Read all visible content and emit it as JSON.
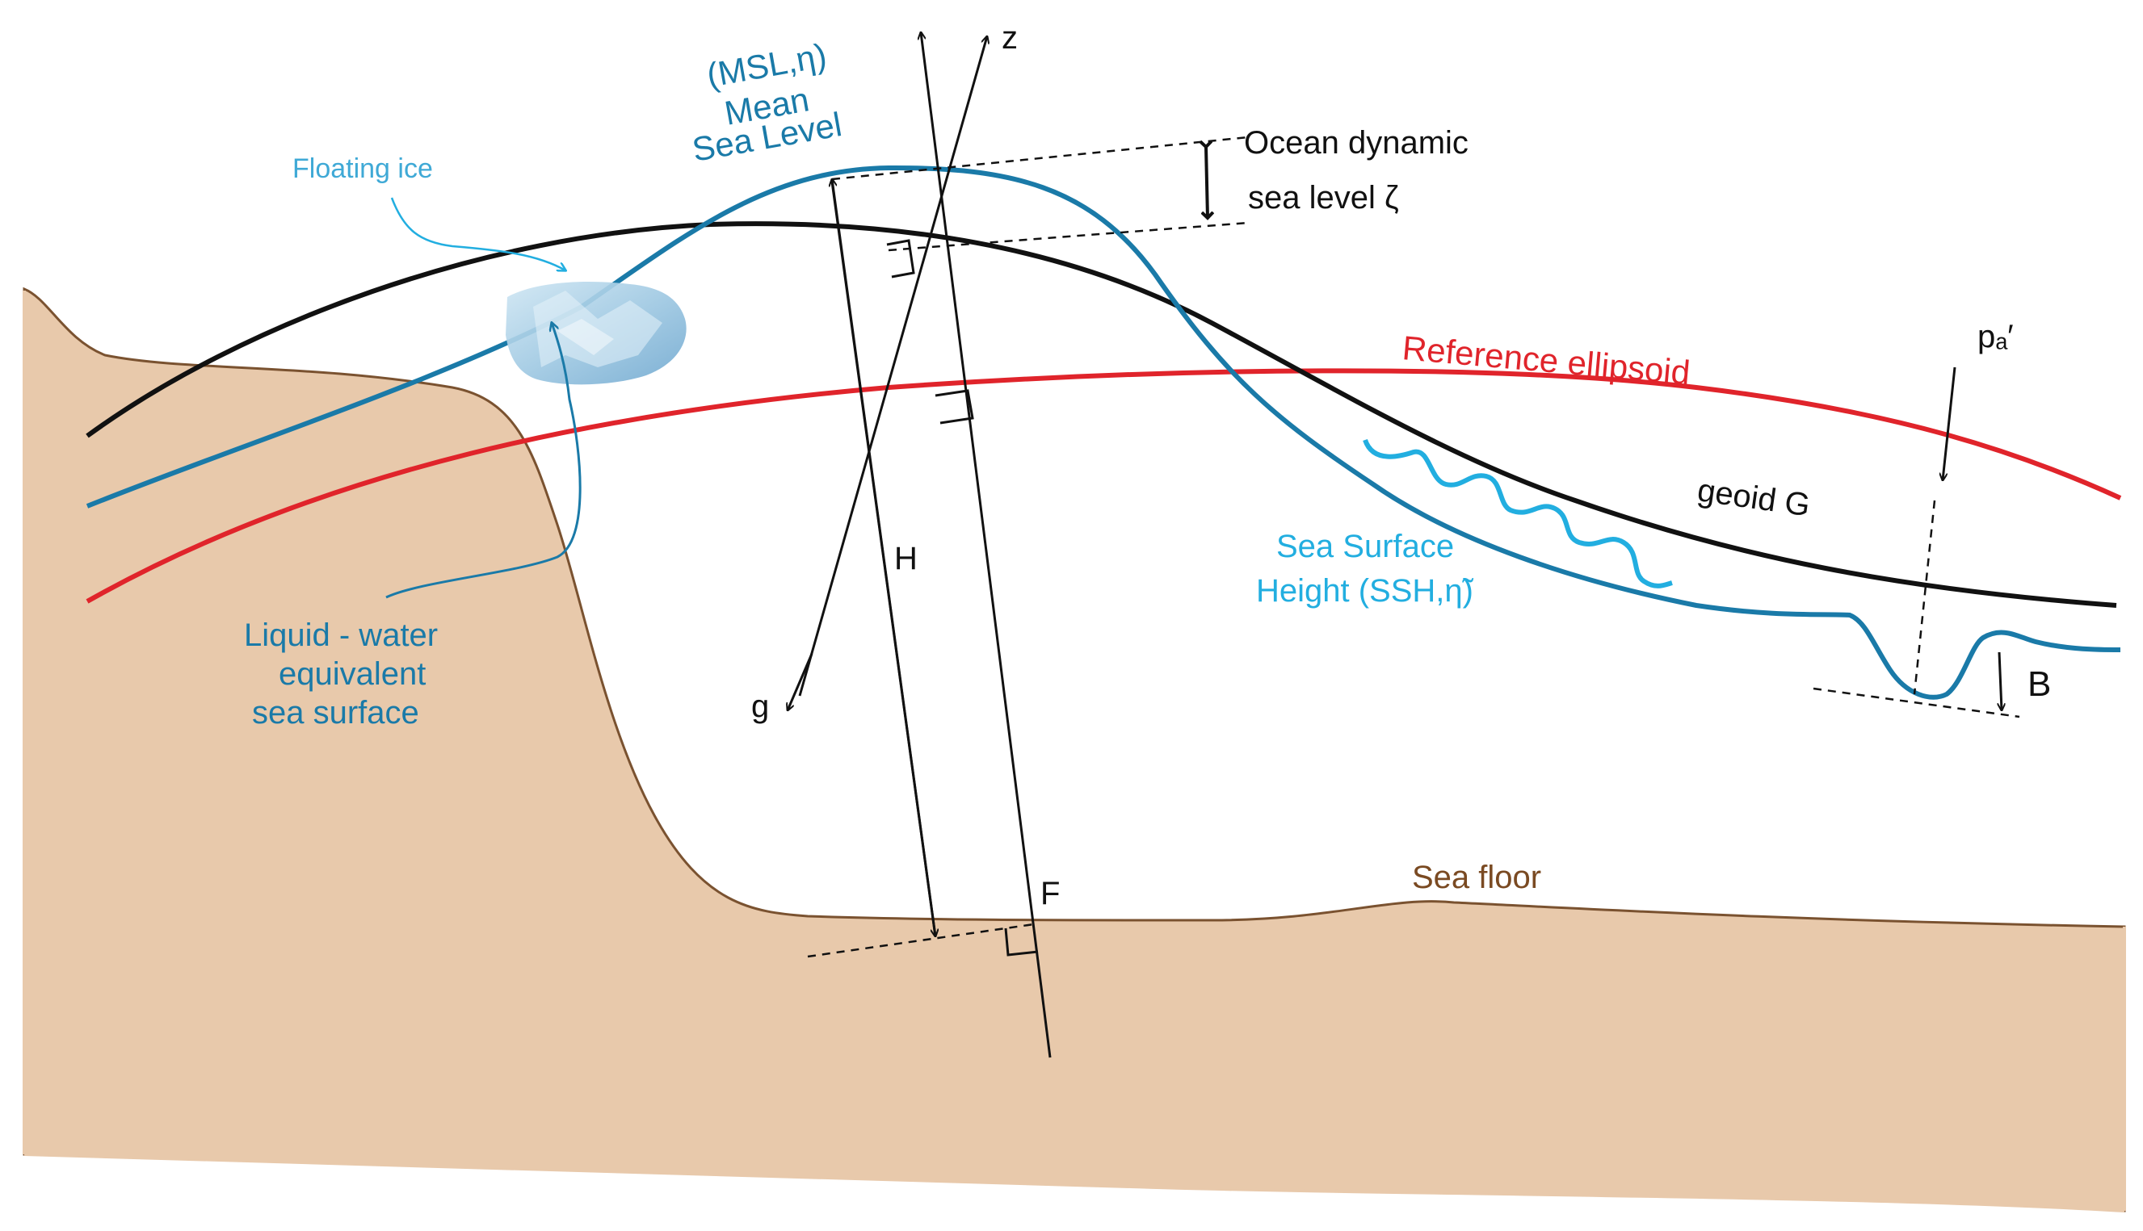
{
  "labels": {
    "msl_eta": "(MSL,η)",
    "mean": "Mean",
    "sea_level": "Sea Level",
    "ocean_dynamic": "Ocean dynamic",
    "sea_level_zeta": "sea level ζ",
    "floating_ice": "Floating ice",
    "reference_ellipsoid": "Reference ellipsoid",
    "pa": "pₐ′",
    "geoid": "geoid G",
    "ssh_line1": "Sea Surface",
    "ssh_line2": "Height (SSH,η̃)",
    "lw_line1": "Liquid - water",
    "lw_line2": "equivalent",
    "lw_line3": "sea surface",
    "z": "z",
    "g": "g",
    "H": "H",
    "F": "F",
    "B": "B",
    "sea_floor": "Sea floor"
  },
  "colors": {
    "land": "#e8c9ab",
    "land_edge": "#7a5230",
    "geoid": "#111111",
    "mean_sea_level": "#1a7aa8",
    "ssh": "#22aee0",
    "ellipsoid": "#e0242b",
    "floating_ice_label": "#3fa9d6",
    "sea_floor_label": "#7a4a22",
    "black": "#111111"
  }
}
